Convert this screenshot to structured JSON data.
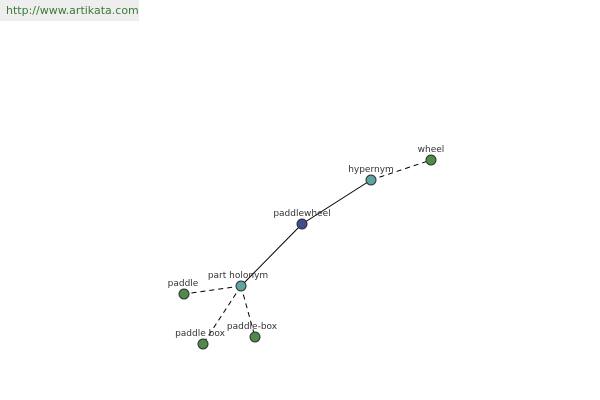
{
  "header": {
    "url_text": "http://www.artikata.com"
  },
  "colors": {
    "center_node": "#3d4f8c",
    "relation_node": "#5fa3a3",
    "leaf_node": "#4e8a4e",
    "url_text": "#3a7a3a"
  },
  "graph": {
    "nodes": [
      {
        "id": "paddlewheel",
        "label": "paddlewheel",
        "kind": "center"
      },
      {
        "id": "hypernym",
        "label": "hypernym",
        "kind": "relation"
      },
      {
        "id": "wheel",
        "label": "wheel",
        "kind": "leaf"
      },
      {
        "id": "part_holonym",
        "label": "part holonym",
        "kind": "relation"
      },
      {
        "id": "paddle",
        "label": "paddle",
        "kind": "leaf"
      },
      {
        "id": "paddle_box_1",
        "label": "paddle box",
        "kind": "leaf"
      },
      {
        "id": "paddle_box_2",
        "label": "paddle-box",
        "kind": "leaf"
      }
    ],
    "edges": [
      {
        "from": "paddlewheel",
        "to": "hypernym",
        "style": "solid"
      },
      {
        "from": "hypernym",
        "to": "wheel",
        "style": "dashed"
      },
      {
        "from": "paddlewheel",
        "to": "part_holonym",
        "style": "solid"
      },
      {
        "from": "part_holonym",
        "to": "paddle",
        "style": "dashed"
      },
      {
        "from": "part_holonym",
        "to": "paddle_box_1",
        "style": "dashed"
      },
      {
        "from": "part_holonym",
        "to": "paddle_box_2",
        "style": "dashed"
      }
    ]
  }
}
